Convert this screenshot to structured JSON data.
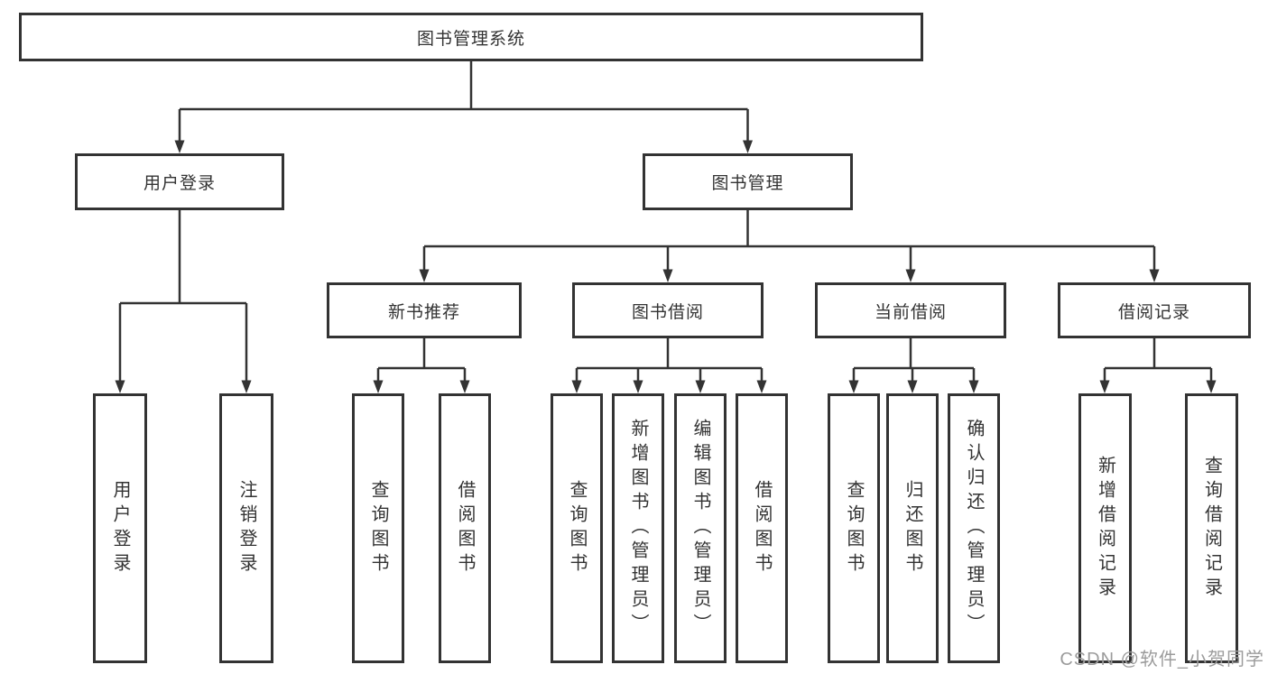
{
  "tree": {
    "root": "图书管理系统",
    "user_login": {
      "label": "用户登录",
      "leaves": [
        "用户登录",
        "注销登录"
      ]
    },
    "book_mgmt": {
      "label": "图书管理",
      "new_books": {
        "label": "新书推荐",
        "leaves": [
          "查询图书",
          "借阅图书"
        ]
      },
      "book_borrow": {
        "label": "图书借阅",
        "leaves": [
          "查询图书",
          "新增图书（管理员）",
          "编辑图书（管理员）",
          "借阅图书"
        ]
      },
      "current_borrow": {
        "label": "当前借阅",
        "leaves": [
          "查询图书",
          "归还图书",
          "确认归还（管理员）"
        ]
      },
      "borrow_records": {
        "label": "借阅记录",
        "leaves": [
          "新增借阅记录",
          "查询借阅记录"
        ]
      }
    }
  },
  "watermark": "CSDN @软件_小贺同学",
  "colors": {
    "line": "#333333",
    "text": "#333333",
    "watermark": "#9c9c9c",
    "bg": "#ffffff"
  }
}
